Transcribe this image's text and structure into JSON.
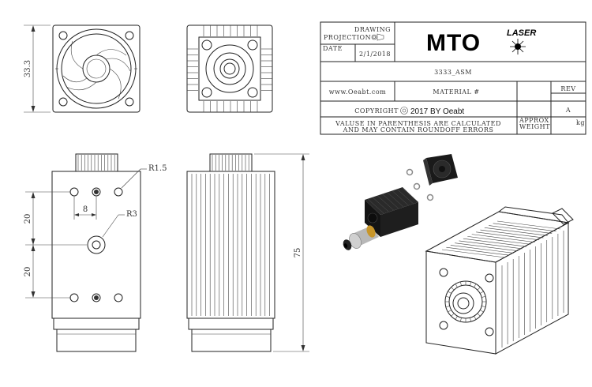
{
  "dimensions": {
    "height_side": "33.3",
    "radius_small": "R1.5",
    "radius_large": "R3",
    "hole_spacing": "8",
    "vertical_upper": "20",
    "vertical_lower": "20",
    "total_height": "75"
  },
  "title_block": {
    "drawing_label_1": "DRAWING",
    "drawing_label_2": "PROJECTION",
    "date_label": "DATE",
    "date_value": "2/1/2018",
    "logo": "MTO",
    "logo_sub": "LASER",
    "part_number": "3333_ASM",
    "website": "www.Oeabt.com",
    "material_label": "MATERIAL #",
    "rev_label": "REV",
    "rev_value": "A",
    "copyright_prefix": "COPYRIGHT",
    "copyright_text": "2017 BY Oeabt",
    "note_line_1": "VALUSE IN PARENTHESIS ARE CALCULATED",
    "note_line_2": "AND MAY CONTAIN ROUNDOFF ERRORS",
    "approx_label": "APPROX",
    "weight_label": "WEIGHT",
    "weight_unit": "kg"
  },
  "colors": {
    "line": "#222222",
    "background": "#ffffff",
    "heatsink_dark": "#1a1a1a",
    "brass": "#c8962a"
  }
}
